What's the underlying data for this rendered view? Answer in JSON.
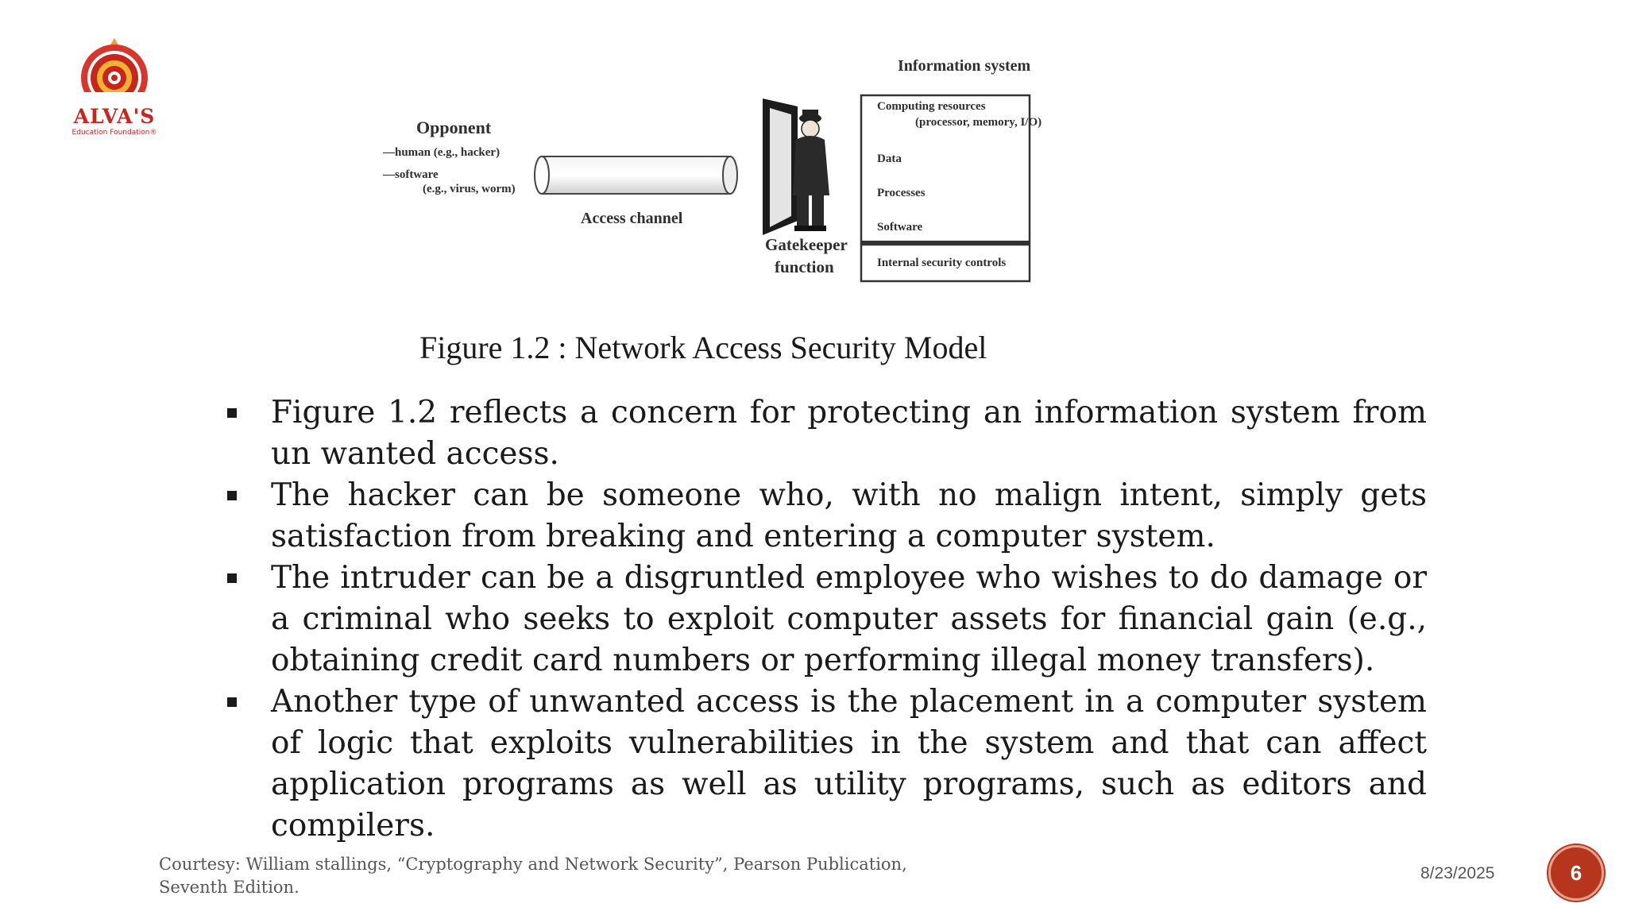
{
  "logo": {
    "name": "ALVA'S",
    "subtitle": "Education Foundation®"
  },
  "diagram": {
    "opponent": {
      "title": "Opponent",
      "line1": "—human (e.g., hacker)",
      "line2": "—software",
      "line3": "(e.g., virus, worm)"
    },
    "channel_label": "Access channel",
    "gatekeeper_line1": "Gatekeeper",
    "gatekeeper_line2": "function",
    "system_title": "Information system",
    "resources_line1": "Computing resources",
    "resources_line2": "(processor, memory, I/O)",
    "items": [
      "Data",
      "Processes",
      "Software"
    ],
    "controls": "Internal security controls"
  },
  "caption": "Figure 1.2 : Network Access Security Model",
  "bullets": [
    "Figure 1.2 reflects a concern for protecting an information system from un wanted access.",
    "The hacker can be someone who, with no malign intent, simply gets satisfaction from breaking and entering a computer system.",
    "The intruder can be a disgruntled employee who wishes to do damage or a criminal who seeks to exploit computer assets for financial gain (e.g., obtaining credit card numbers or performing illegal money transfers).",
    " Another type of unwanted access is the placement in a computer system of logic that exploits vulnerabilities in the system and that can affect application programs as well as utility programs, such as editors and compilers."
  ],
  "footer": {
    "courtesy_line1": "Courtesy: William stallings, “Cryptography and Network Security”, Pearson Publication,",
    "courtesy_line2": "Seventh Edition.",
    "date": "8/23/2025",
    "page_number": "6"
  },
  "colors": {
    "brand_red": "#c8251c",
    "badge": "#b5361c"
  }
}
